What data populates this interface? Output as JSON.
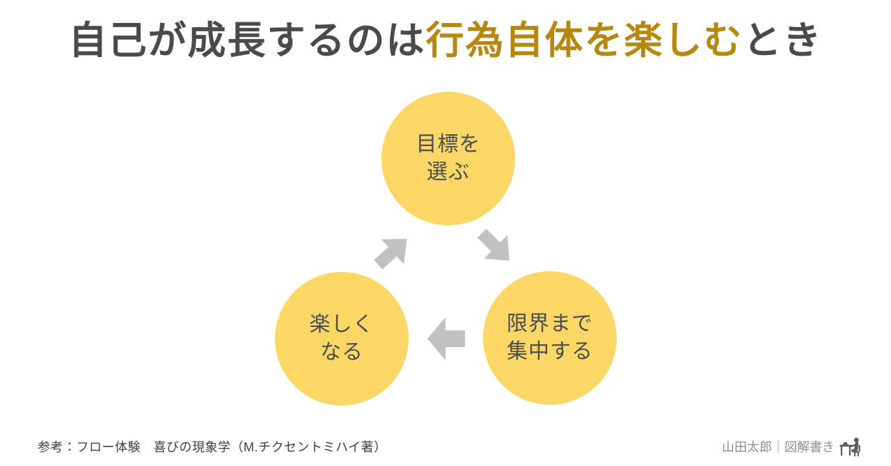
{
  "title": {
    "prefix": "自己が成長するのは",
    "highlight": "行為自体を楽しむ",
    "suffix": "とき"
  },
  "cycle": {
    "steps": [
      {
        "name": "choose-goal",
        "lines": [
          "目標を",
          "選ぶ"
        ]
      },
      {
        "name": "concentrate-to-limit",
        "lines": [
          "限界まで",
          "集中する"
        ]
      },
      {
        "name": "becomes-fun",
        "lines": [
          "楽しく",
          "なる"
        ]
      }
    ],
    "flow_order": [
      "choose-goal",
      "concentrate-to-limit",
      "becomes-fun"
    ],
    "arrow_icons": [
      "arrow-down-right-icon",
      "arrow-left-icon",
      "arrow-up-right-icon"
    ]
  },
  "footer": {
    "reference": "参考：フロー体験　喜びの現象学（M.チクセントミハイ著）",
    "credit": "山田太郎｜図解書き",
    "credit_icon": "person-at-desk-icon"
  },
  "colors": {
    "title_text": "#4A4A4A",
    "title_accent": "#B8870D",
    "circle_fill": "#FCD766",
    "circle_text": "#4A4D52",
    "arrow": "#C1C1C1",
    "reference_text": "#3F3F3F",
    "credit_text": "#8E8E8E",
    "icon": "#5A5A5A",
    "background": "#FFFFFF"
  }
}
